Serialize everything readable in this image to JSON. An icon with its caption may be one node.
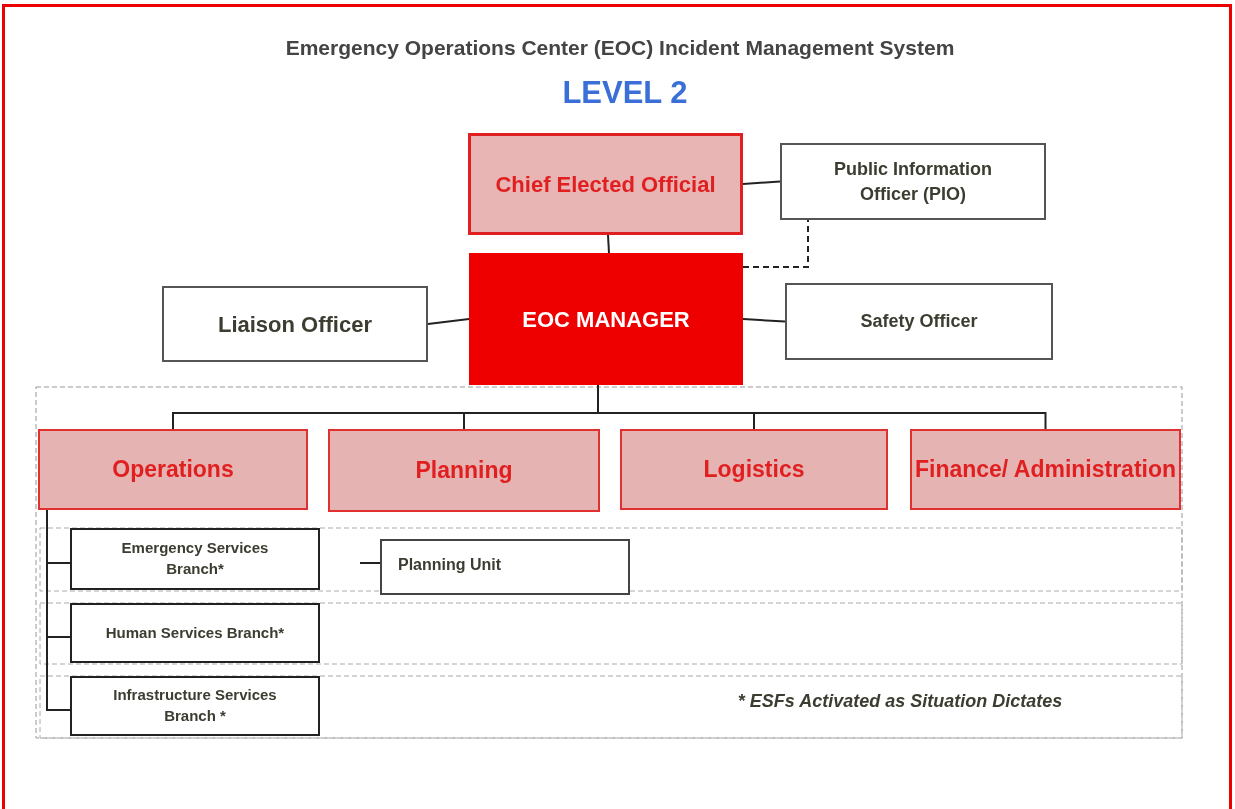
{
  "diagram": {
    "title": "Emergency Operations Center (EOC) Incident Management System",
    "nodes": [
      {
        "text": [
          "Chief Elected Official"
        ]
      },
      {
        "text": [
          "Public Information Officer (PIO)"
        ]
      },
      {
        "text": [
          "Liaison Officer"
        ]
      },
      {
        "text": [
          "EOC MANAGER"
        ]
      },
      {
        "text": [
          "Safety Officer"
        ]
      },
      {
        "text": [
          "Operations"
        ]
      },
      {
        "text": [
          "Planning"
        ]
      },
      {
        "text": [
          "Logistics"
        ]
      },
      {
        "text": [
          "Finance/ Administration"
        ]
      },
      {
        "text": [
          "Emergency Services Branch*"
        ]
      },
      {
        "text": [
          "Planning Unit"
        ]
      },
      {
        "text": [
          "Human Services Branch*"
        ]
      },
      {
        "text": [
          "Infrastructure Services Branch *"
        ]
      }
    ],
    "edges": [
      {
        "from": 0,
        "to": 1,
        "arrow": "none"
      },
      {
        "from": 0,
        "to": 3,
        "arrow": "none"
      },
      {
        "from": 3,
        "to": 1,
        "arrow": "none",
        "style": "dashed"
      },
      {
        "from": 2,
        "to": 3,
        "arrow": "none"
      },
      {
        "from": 3,
        "to": 4,
        "arrow": "none"
      },
      {
        "from": 3,
        "to": 5,
        "arrow": "none"
      },
      {
        "from": 3,
        "to": 6,
        "arrow": "none"
      },
      {
        "from": 3,
        "to": 7,
        "arrow": "none"
      },
      {
        "from": 3,
        "to": 8,
        "arrow": "none"
      },
      {
        "from": 5,
        "to": 9,
        "arrow": "none"
      },
      {
        "from": 5,
        "to": 11,
        "arrow": "none"
      },
      {
        "from": 5,
        "to": 12,
        "arrow": "none"
      },
      {
        "from": null,
        "to": 10,
        "arrow": "none"
      }
    ],
    "labels": [
      "LEVEL 2",
      "* ESFs Activated as Situation Dictates"
    ]
  }
}
